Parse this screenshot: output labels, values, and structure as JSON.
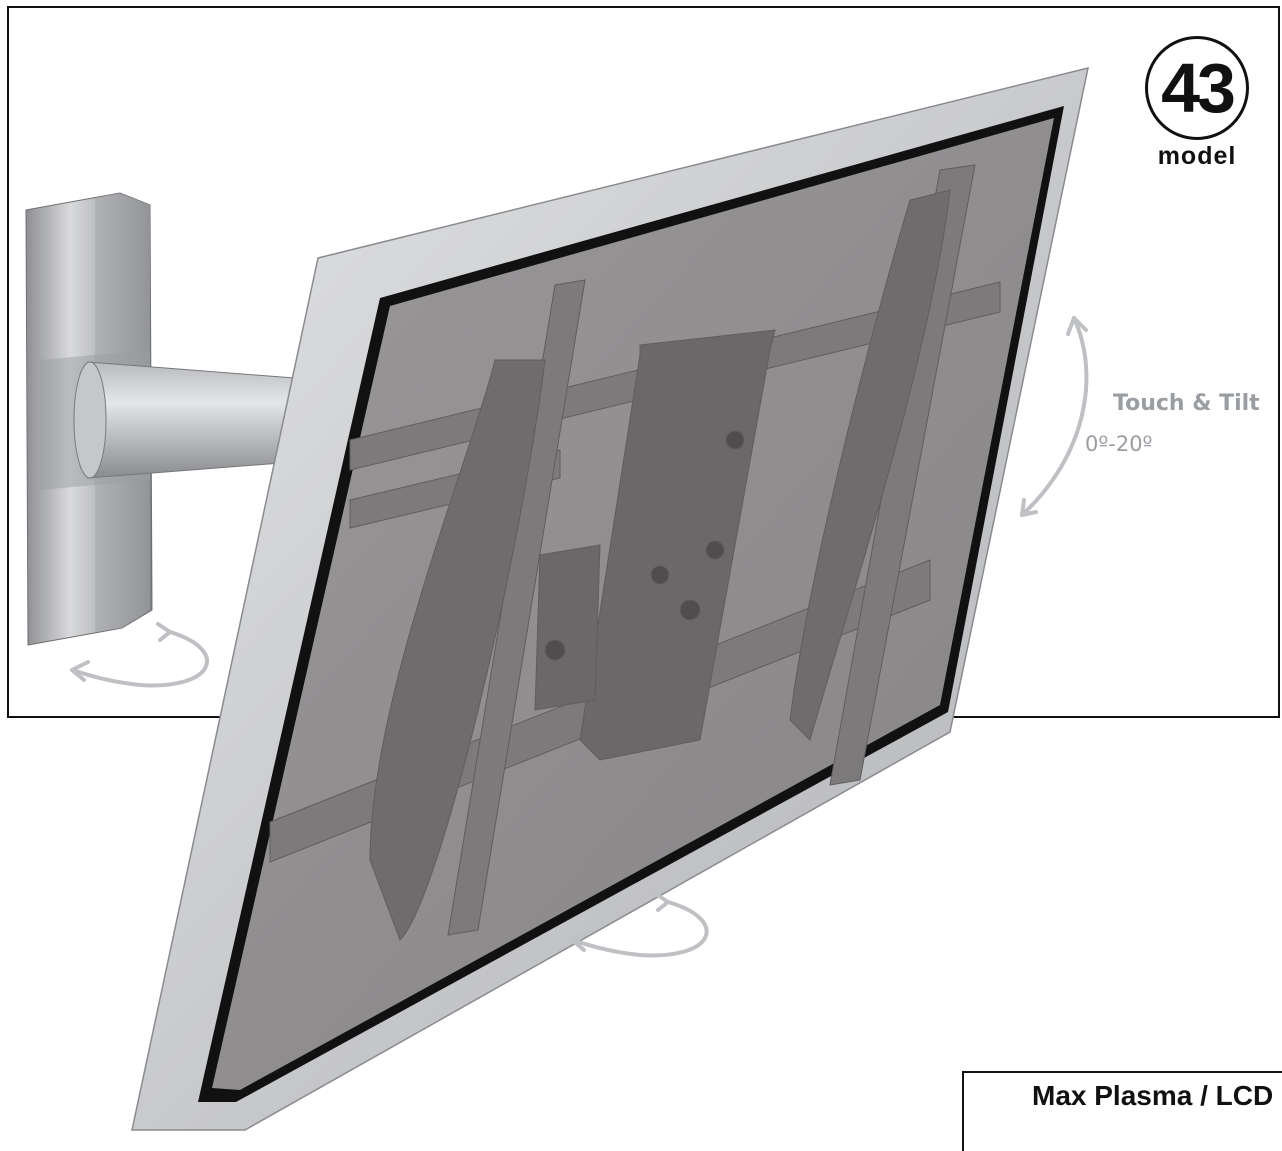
{
  "badge": {
    "number": "43",
    "label": "model"
  },
  "tilt": {
    "title": "Touch & Tilt",
    "range": "0º-20º"
  },
  "spec": {
    "title": "Max Plasma / LCD"
  },
  "icons": [
    "swivel-arrow-icon",
    "tilt-arrow-icon"
  ],
  "colors": {
    "frame": "#c8c9cc",
    "screen": "#8f8d8e",
    "metal": "#7c7a7b",
    "arrow": "#bfc0c3",
    "caption": "#9a9da2"
  }
}
